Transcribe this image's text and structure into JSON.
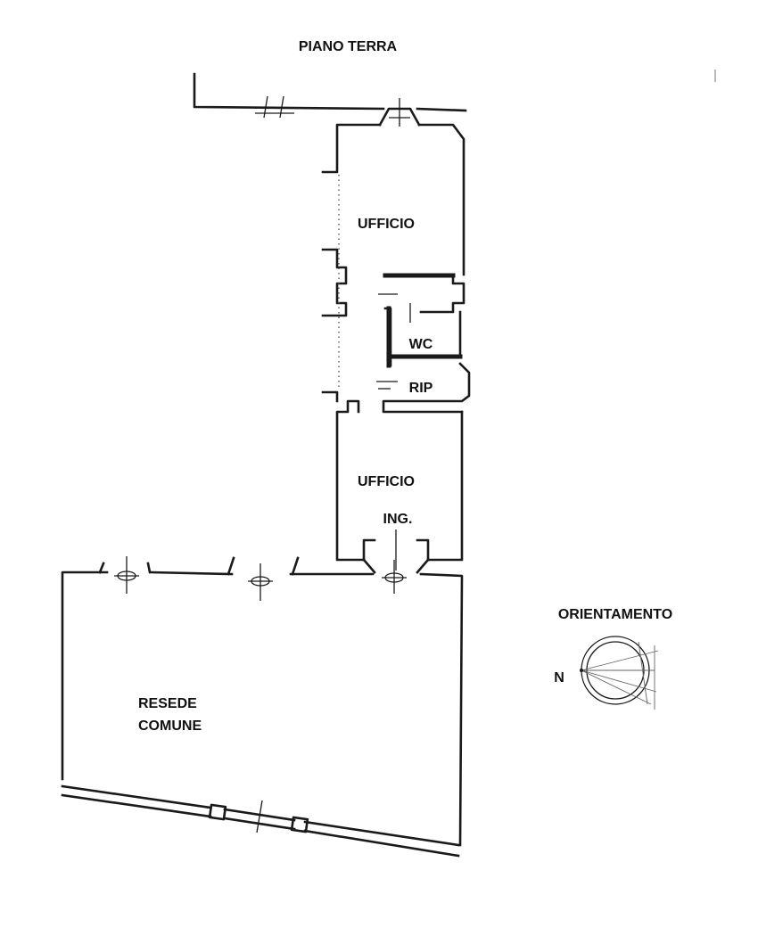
{
  "plan": {
    "title": "PIANO TERRA",
    "rooms": {
      "ufficio_top": "UFFICIO",
      "wc": "WC",
      "rip": "RIP",
      "ufficio_bottom": "UFFICIO",
      "ingresso": "ING.",
      "resede_line1": "RESEDE",
      "resede_line2": "COMUNE"
    },
    "orientation": {
      "title": "ORIENTAMENTO",
      "north": "N"
    }
  }
}
